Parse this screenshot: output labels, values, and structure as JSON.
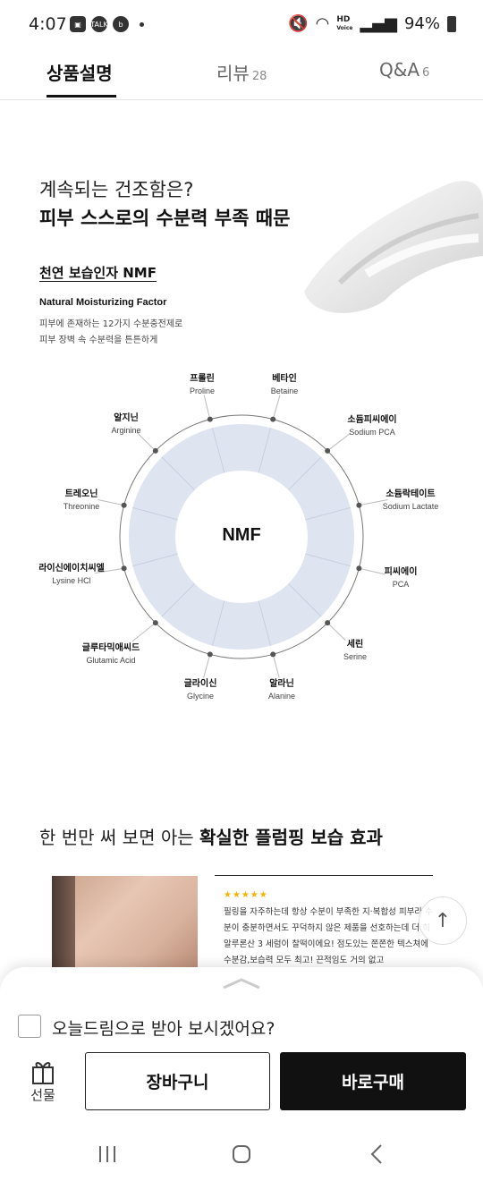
{
  "status": {
    "time": "4:07",
    "talk": "TALK",
    "hd": "HD",
    "voice": "Voice",
    "battery": "94%"
  },
  "tabs": [
    {
      "label": "상품설명",
      "count": ""
    },
    {
      "label": "리뷰",
      "count": "28"
    },
    {
      "label": "Q&A",
      "count": "6"
    }
  ],
  "hero": {
    "line1": "계속되는 건조함은?",
    "line2": "피부 스스로의 수분력 부족 때문",
    "nmf_title": "천연 보습인자 NMF",
    "nmf_sub": "Natural Moisturizing Factor",
    "desc1": "피부에 존재하는 12가지 수분충전제로",
    "desc2": "피부 장벽 속 수분력을 튼튼하게"
  },
  "diagram": {
    "center": "NMF",
    "ring_color": "#dfe4f1",
    "items": [
      {
        "ko": "프롤린",
        "en": "Proline"
      },
      {
        "ko": "베타인",
        "en": "Betaine"
      },
      {
        "ko": "소듐피씨에이",
        "en": "Sodium PCA"
      },
      {
        "ko": "소듐락테이트",
        "en": "Sodium Lactate"
      },
      {
        "ko": "피씨에이",
        "en": "PCA"
      },
      {
        "ko": "세린",
        "en": "Serine"
      },
      {
        "ko": "알라닌",
        "en": "Alanine"
      },
      {
        "ko": "글라이신",
        "en": "Glycine"
      },
      {
        "ko": "글루타믹애씨드",
        "en": "Glutamic Acid"
      },
      {
        "ko": "라이신에이치씨엘",
        "en": "Lysine HCl"
      },
      {
        "ko": "트레오닌",
        "en": "Threonine"
      },
      {
        "ko": "알지닌",
        "en": "Arginine"
      }
    ]
  },
  "section2": {
    "title_normal": "한 번만 써 보면 아는 ",
    "title_bold": "확실한 플럼핑 보습 효과",
    "stars": "★★★★★",
    "review": "필링을 자주하는데 항상 수분이 부족한 지·복합성 피부라 수분이 충분하면서도 꾸덕하지 않은 제품을 선호하는데 더 히알루론산 3 세럼이 찰떡이에요! 점도있는 쫀쫀한 텍스쳐에 수분감,보습력 모두 최고! 끈적임도 거의 없고"
  },
  "sheet": {
    "checkbox_label": "오늘드림으로 받아 보시겠어요?",
    "gift_label": "선물",
    "cart_label": "장바구니",
    "buy_label": "바로구매"
  }
}
